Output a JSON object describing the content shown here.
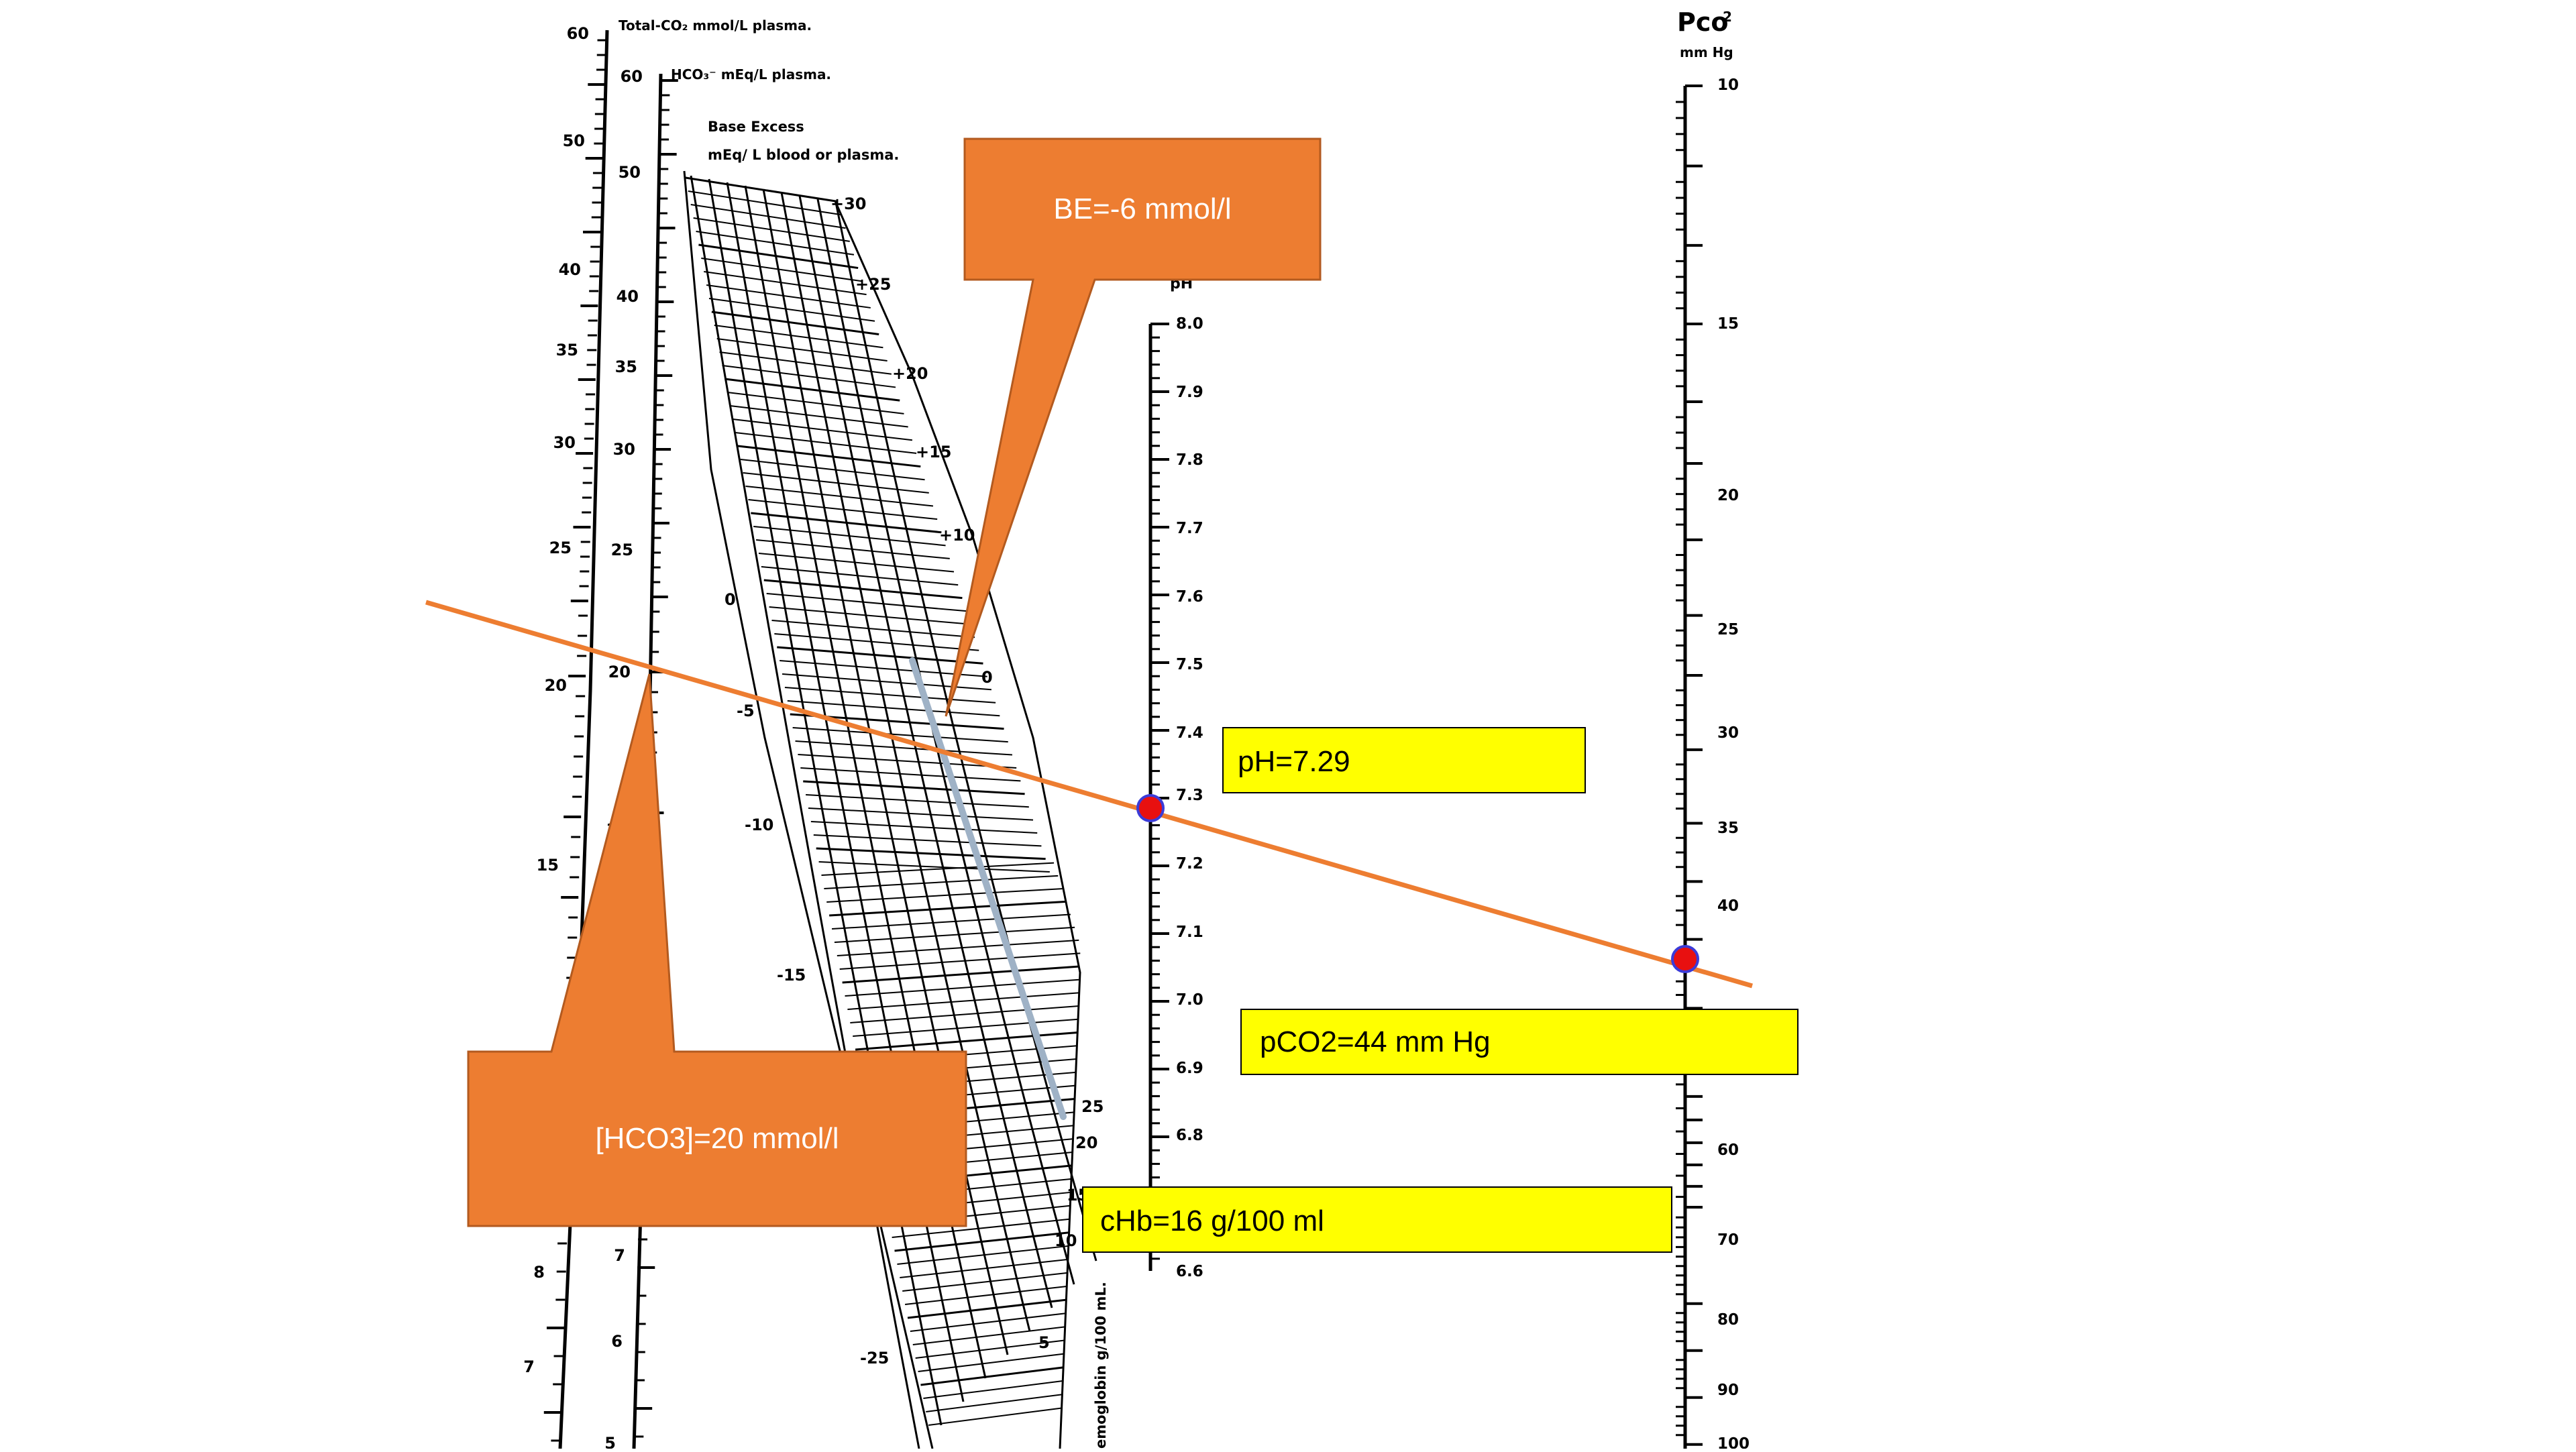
{
  "colors": {
    "result_line": "#ed7d31",
    "callout_fill": "#ed7d31",
    "callout_stroke": "#b35a1f",
    "label_box_fill": "#ffff00",
    "hb_line": "#9fb2c6",
    "marker": "#e81010",
    "marker_ring": "#3b3bd8",
    "ink": "#000000"
  },
  "nomogram": {
    "total_co2": {
      "title": "Total-CO₂ mmol/L plasma.",
      "labels": [
        "60",
        "50",
        "40",
        "35",
        "30",
        "25",
        "20",
        "15",
        "8",
        "7"
      ]
    },
    "hco3": {
      "title": "HCO₃⁻ mEq/L plasma.",
      "labels": [
        "60",
        "50",
        "40",
        "35",
        "30",
        "25",
        "20",
        "1",
        "7",
        "6",
        "5"
      ]
    },
    "base_excess": {
      "title_line1": "Base Excess",
      "title_line2": "mEq/ L  blood  or  plasma.",
      "labels_right": [
        "+30",
        "+25",
        "+20",
        "+15",
        "+10",
        "0"
      ],
      "labels_left": [
        "0",
        "-5",
        "-10",
        "-15",
        "-25"
      ]
    },
    "hemoglobin": {
      "title": "emoglobin g/100 mL.",
      "labels": [
        "25",
        "20",
        "15",
        "10",
        "5"
      ]
    },
    "ph": {
      "title": "pH",
      "labels": [
        "8.0",
        "7.9",
        "7.8",
        "7.7",
        "7.6",
        "7.5",
        "7.4",
        "7.3",
        "7.2",
        "7.1",
        "7.0",
        "6.9",
        "6.8",
        "6.6"
      ]
    },
    "pco2": {
      "title_main": "Pco",
      "title_sup": "2",
      "unit": "mm Hg",
      "labels": [
        "10",
        "15",
        "20",
        "25",
        "30",
        "35",
        "40",
        "60",
        "70",
        "80",
        "90",
        "100"
      ]
    }
  },
  "callouts": {
    "be": "BE=-6 mmol/l",
    "hco3": "[HCO3]=20 mmol/l"
  },
  "labels": {
    "ph": "pH=7.29",
    "pco2": "pCO2=44 mm Hg",
    "chb": "cHb=16 g/100 ml"
  }
}
